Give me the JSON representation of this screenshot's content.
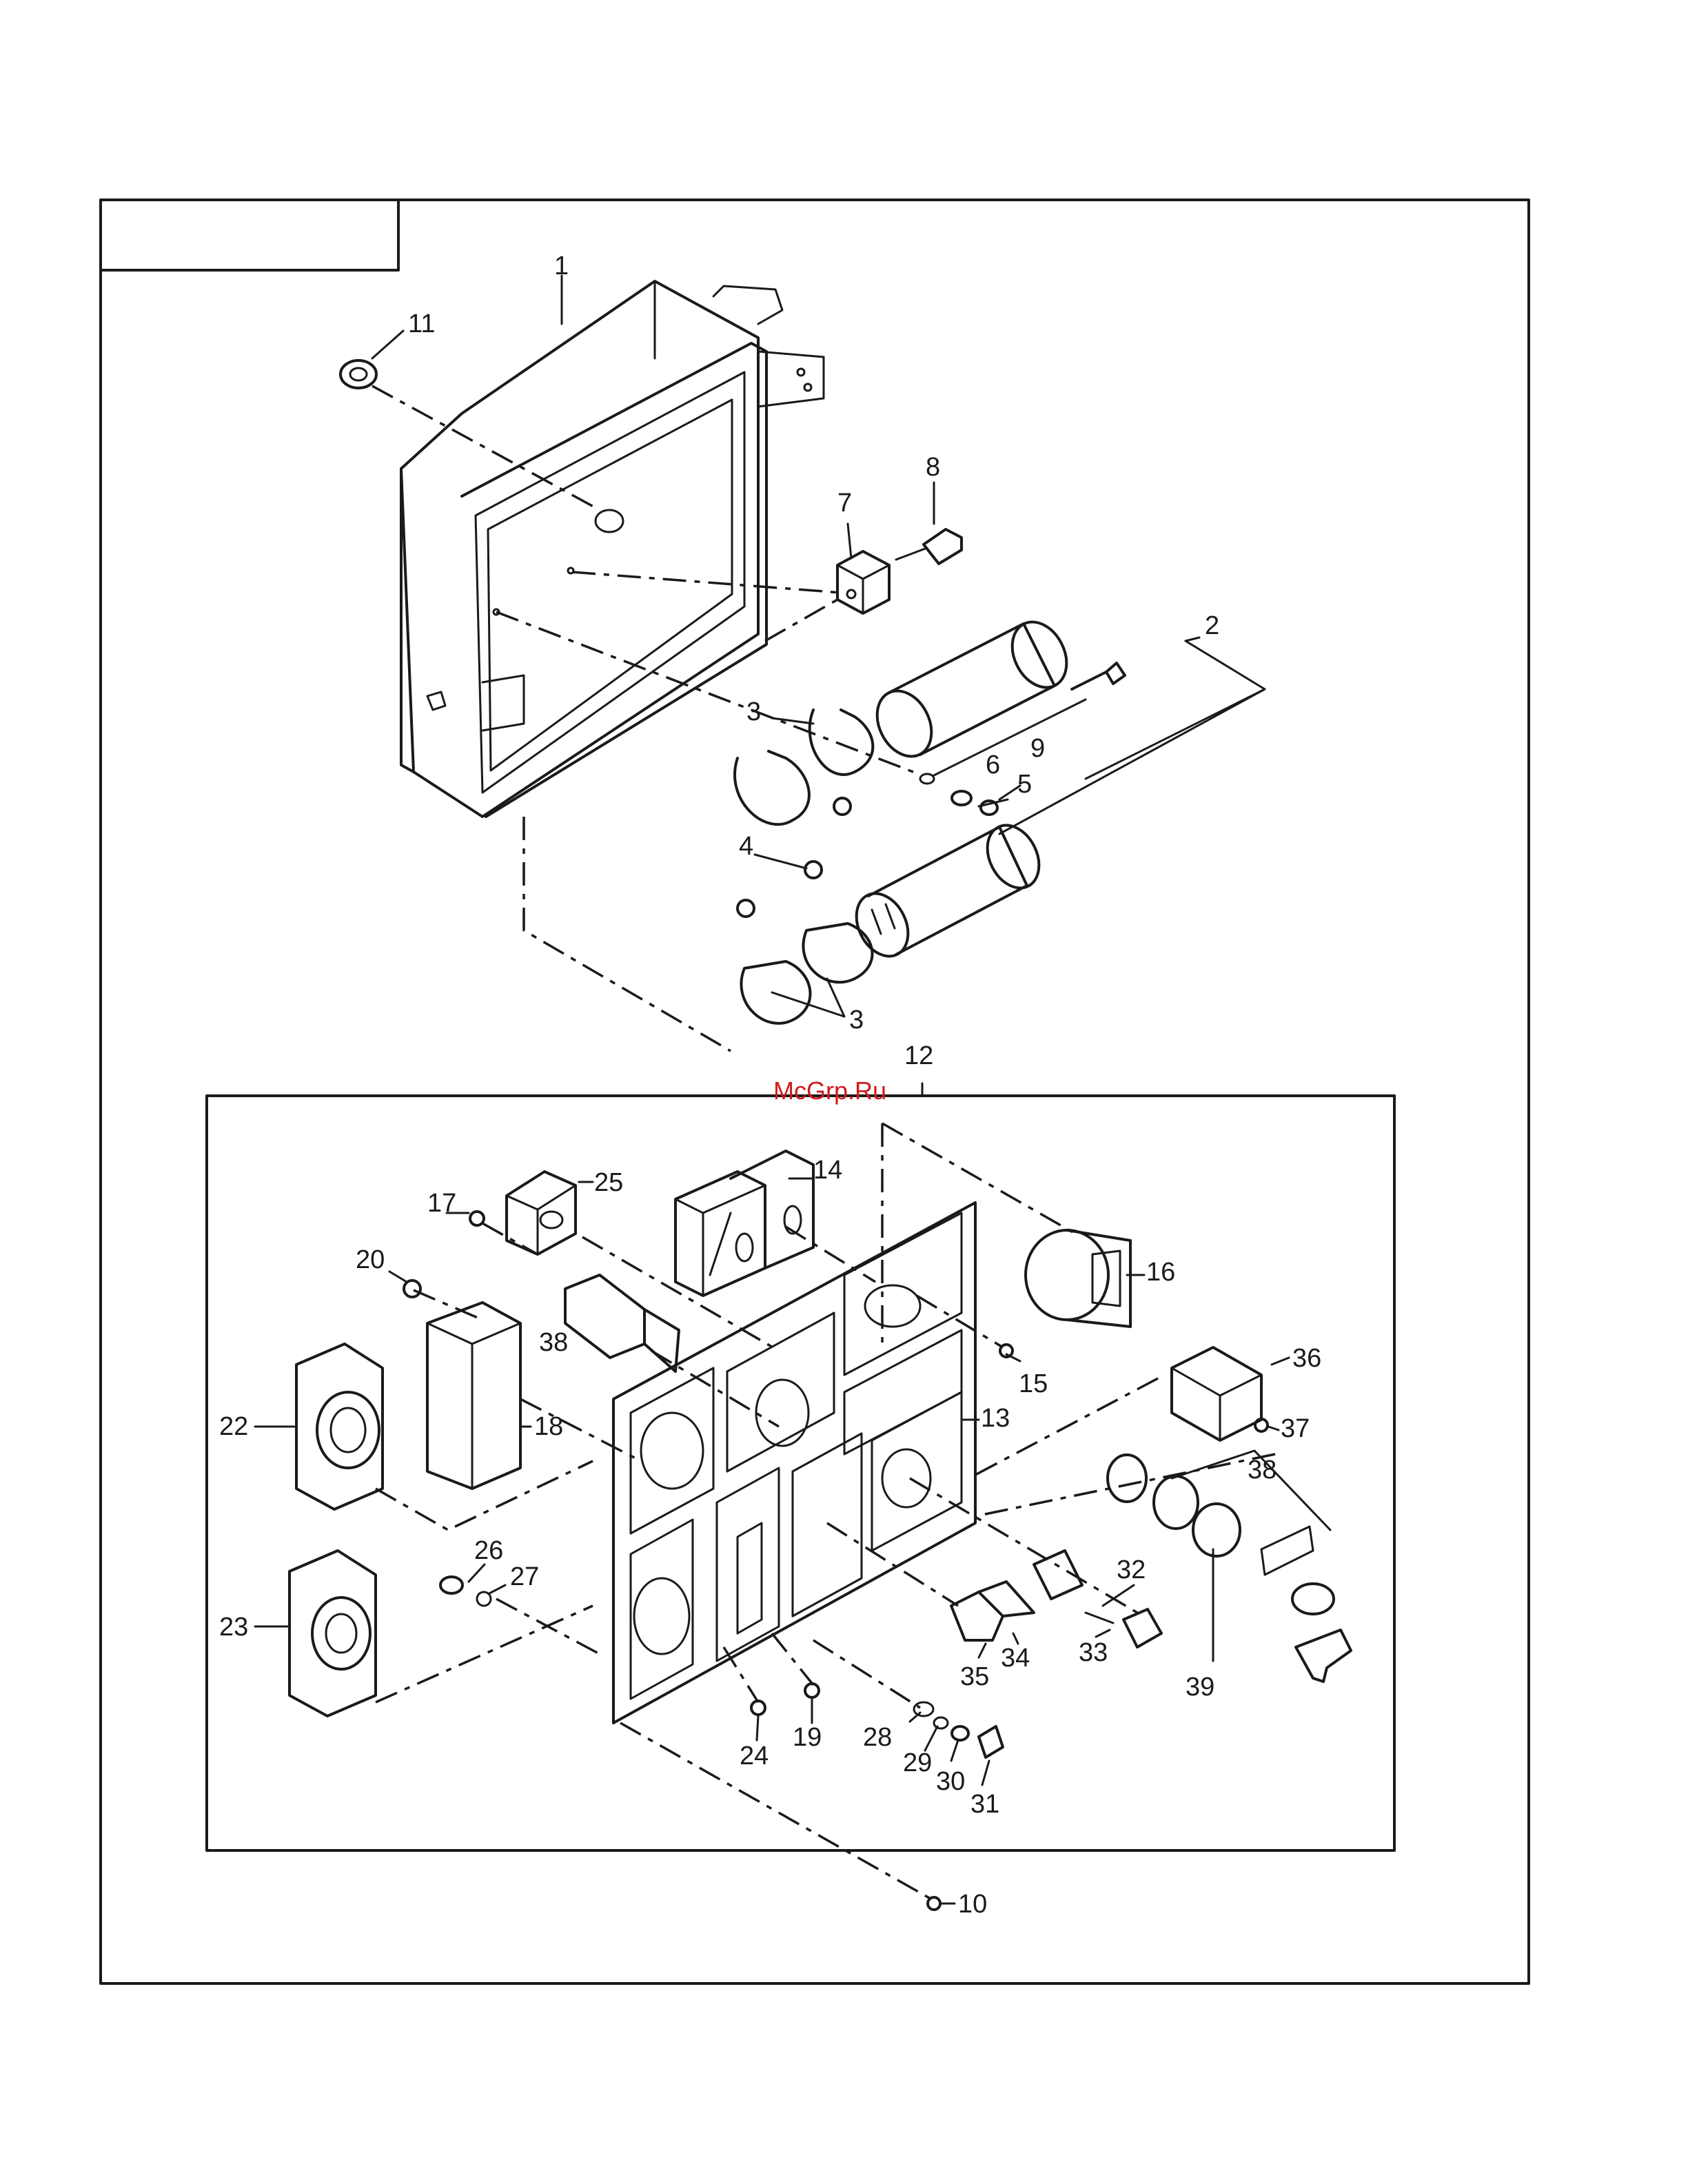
{
  "watermark": "McGrp.Ru",
  "colors": {
    "line": "#1a1a1a",
    "watermark": "#d21a1a",
    "background": "#ffffff"
  },
  "callouts": {
    "c1": "1",
    "c2": "2",
    "c3a": "3",
    "c3b": "3",
    "c4": "4",
    "c5": "5",
    "c6": "6",
    "c7": "7",
    "c8": "8",
    "c9": "9",
    "c10": "10",
    "c11": "11",
    "c12": "12",
    "c13": "13",
    "c14": "14",
    "c15": "15",
    "c16": "16",
    "c17": "17",
    "c18": "18",
    "c19": "19",
    "c20": "20",
    "c22": "22",
    "c23": "23",
    "c24": "24",
    "c25": "25",
    "c26": "26",
    "c27": "27",
    "c28": "28",
    "c29": "29",
    "c30": "30",
    "c31": "31",
    "c32": "32",
    "c33": "33",
    "c34": "34",
    "c35": "35",
    "c36": "36",
    "c37": "37",
    "c38a": "38",
    "c38b": "38",
    "c39": "39"
  }
}
